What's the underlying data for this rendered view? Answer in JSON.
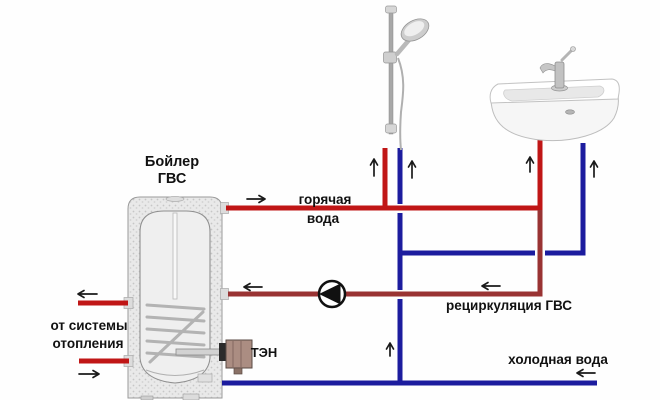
{
  "boiler": {
    "title_line1": "Бойлер",
    "title_line2": "ГВС",
    "heater_label": "ТЭН"
  },
  "labels": {
    "hot_line1": "горячая",
    "hot_line2": "вода",
    "recirculation": "рециркуляция ГВС",
    "cold": "холодная вода",
    "heating_line1": "от системы",
    "heating_line2": "отопления"
  },
  "colors": {
    "hot_water": "#c01616",
    "recirculation": "#993333",
    "cold_water": "#1c1c9e",
    "outline": "#1a1a1a"
  }
}
